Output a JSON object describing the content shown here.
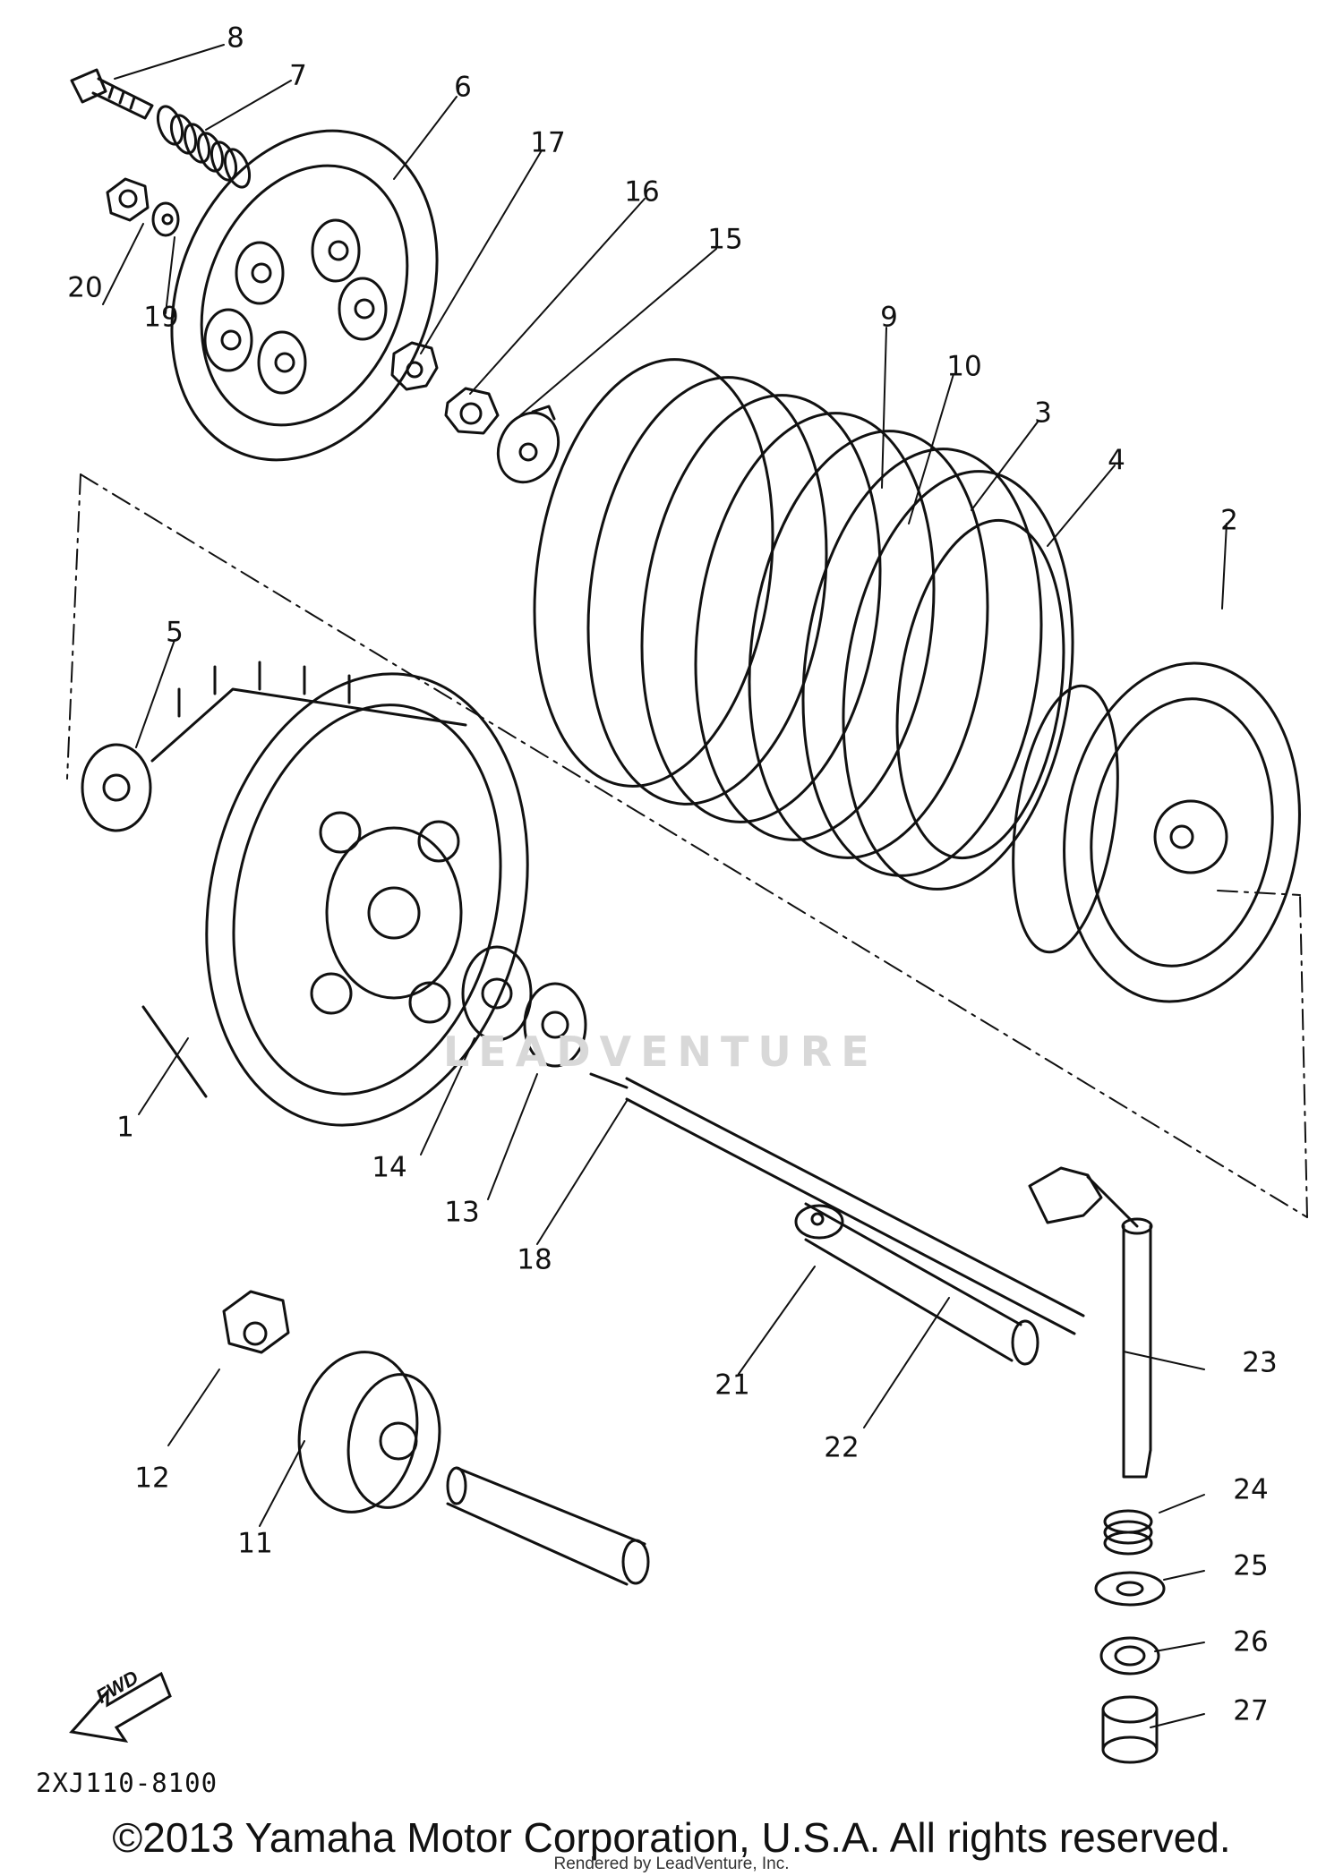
{
  "callouts": {
    "c1": "1",
    "c2": "2",
    "c3": "3",
    "c4": "4",
    "c5": "5",
    "c6": "6",
    "c7": "7",
    "c8": "8",
    "c9": "9",
    "c10": "10",
    "c11": "11",
    "c12": "12",
    "c13": "13",
    "c14": "14",
    "c15": "15",
    "c16": "16",
    "c17": "17",
    "c18": "18",
    "c19": "19",
    "c20": "20",
    "c21": "21",
    "c22": "22",
    "c23": "23",
    "c24": "24",
    "c25": "25",
    "c26": "26",
    "c27": "27"
  },
  "fwd_label": "FWD",
  "reference_code": "2XJ110-8100",
  "copyright": "©2013 Yamaha Motor Corporation, U.S.A. All rights reserved.",
  "render_note": "Rendered by LeadVenture, Inc.",
  "watermark": "LEADVENTURE",
  "colors": {
    "ink": "#111111",
    "paper": "#ffffff",
    "watermark": "#d8d8d8"
  }
}
